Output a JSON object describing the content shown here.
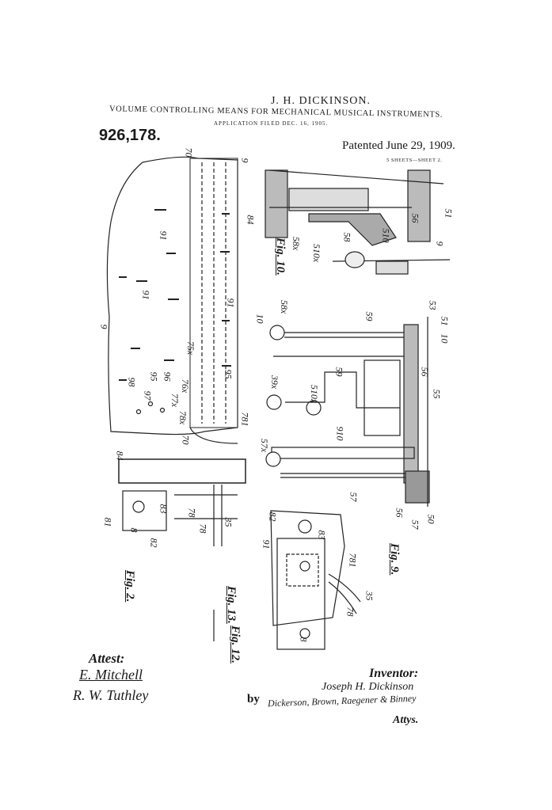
{
  "header": {
    "inventor_name": "J. H. DICKINSON.",
    "title": "VOLUME CONTROLLING MEANS FOR MECHANICAL MUSICAL INSTRUMENTS.",
    "application_filed": "APPLICATION FILED DEC. 16, 1905.",
    "patent_number": "926,178.",
    "patented": "Patented June 29, 1909.",
    "sheets": "5 SHEETS—SHEET 2."
  },
  "figures": {
    "fig2": {
      "label": "Fig. 2.",
      "numerals": [
        "70",
        "9",
        "91",
        "91",
        "91",
        "9",
        "98",
        "95",
        "96",
        "97",
        "77x",
        "76x",
        "75x",
        "95",
        "70",
        "78x",
        "78",
        "84",
        "81",
        "8",
        "82",
        "83",
        "78",
        "35",
        "781"
      ]
    },
    "fig10": {
      "label": "Fig. 10.",
      "numerals": [
        "84",
        "58x",
        "510x",
        "58",
        "510",
        "56",
        "51",
        "9"
      ]
    },
    "fig9": {
      "label": "Fig. 9.",
      "numerals": [
        "10",
        "58x",
        "59",
        "53",
        "51",
        "10",
        "39x",
        "59",
        "510x",
        "910",
        "56",
        "55",
        "57x",
        "57",
        "56",
        "57",
        "50"
      ]
    },
    "fig13": {
      "label": "Fig. 13.",
      "numerals": [
        "82",
        "91",
        "83",
        "781",
        "78",
        "35",
        "8"
      ]
    },
    "fig12": {
      "label": "Fig. 12."
    }
  },
  "footer": {
    "attest_label": "Attest:",
    "witness_1": "E. Mitchell",
    "witness_2": "R. W. Tuthley",
    "inventor_label": "Inventor:",
    "inventor_signature": "Joseph H. Dickinson",
    "by": "by",
    "attorneys": "Dickerson, Brown, Raegener & Binney",
    "attys": "Attys."
  }
}
